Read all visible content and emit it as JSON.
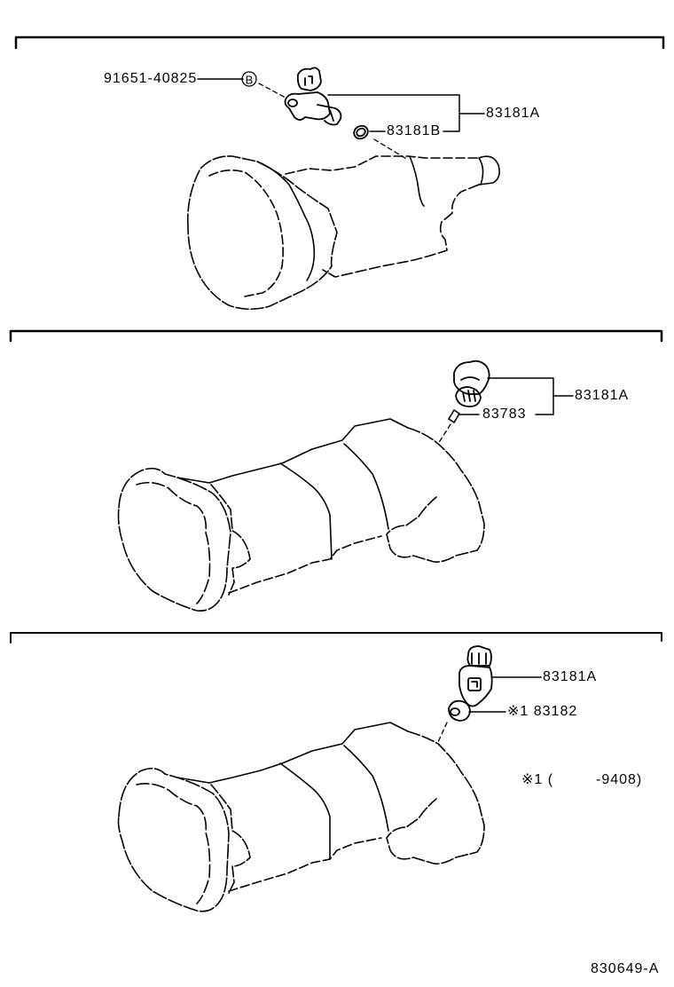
{
  "diagram": {
    "figure_id": "830649-A",
    "sections": [
      {
        "name": "section-1",
        "parts": [
          {
            "part_no": "91651-40825",
            "callout": "B"
          },
          {
            "part_no": "83181A"
          },
          {
            "part_no": "83181B"
          }
        ]
      },
      {
        "name": "section-2",
        "parts": [
          {
            "part_no": "83181A"
          },
          {
            "part_no": "83783"
          }
        ]
      },
      {
        "name": "section-3",
        "parts": [
          {
            "part_no": "83181A"
          },
          {
            "part_no": "※1 83182"
          }
        ],
        "note": {
          "marker": "※1 (",
          "range": "-9408)"
        }
      }
    ]
  }
}
